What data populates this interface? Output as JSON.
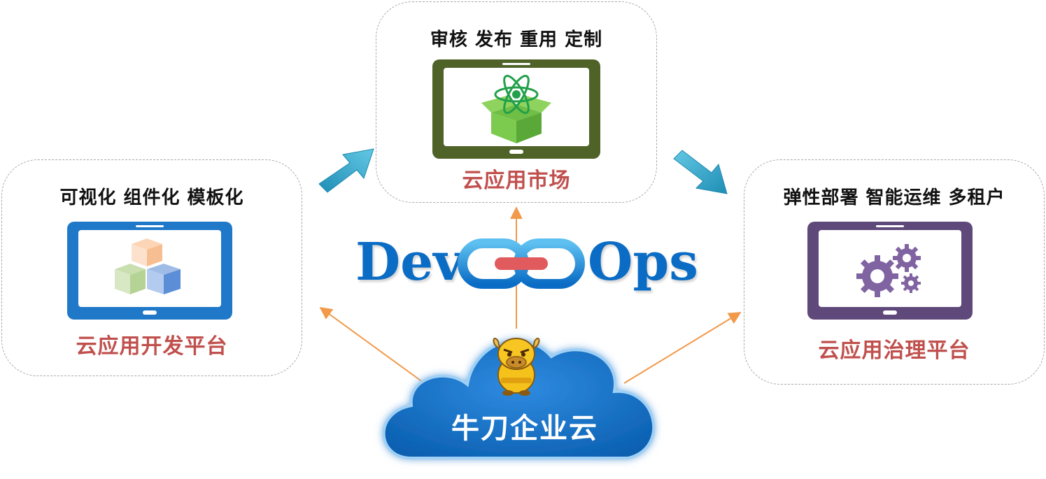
{
  "top_panel": {
    "caption": "审核  发布  重用  定制",
    "title": "云应用市场"
  },
  "left_panel": {
    "caption": "可视化 组件化  模板化",
    "title": "云应用开发平台"
  },
  "right_panel": {
    "caption": "弹性部署 智能运维 多租户",
    "title": "云应用治理平台"
  },
  "devops": {
    "dev": "Dev",
    "ops": "Ops"
  },
  "cloud": {
    "label": "牛刀企业云"
  },
  "colors": {
    "title_red": "#c0504d",
    "tablet_blue": "#1f78c8",
    "tablet_green": "#4f6228",
    "tablet_purple": "#5f497a",
    "cloud_blue": "#1a73c9",
    "arrow_orange": "#f2994a",
    "arrow_teal": "#2aa0c4"
  },
  "icons": {
    "left": "cubes-icon",
    "top": "atom-box-icon",
    "right": "gears-icon",
    "center": "chain-link-icon",
    "mascot": "bull-mascot-icon"
  }
}
